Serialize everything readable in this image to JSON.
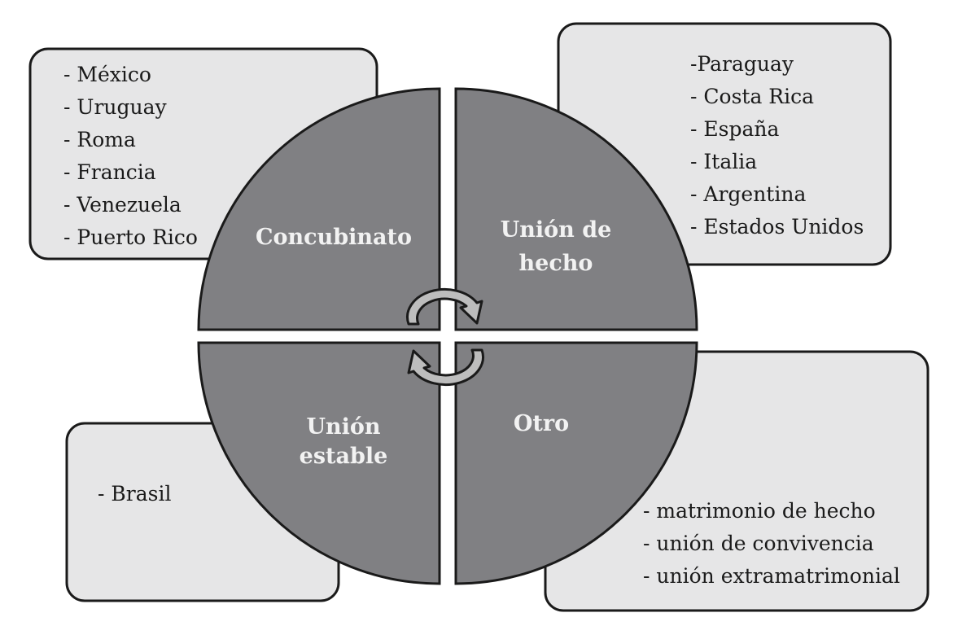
{
  "quadrants": {
    "concubinato": {
      "label": "Concubinato"
    },
    "union_hecho": {
      "line1": "Unión de",
      "line2": "hecho"
    },
    "union_estable": {
      "line1": "Unión",
      "line2": "estable"
    },
    "otro": {
      "label": "Otro"
    }
  },
  "boxes": {
    "concubinato": [
      "- México",
      "- Uruguay",
      "- Roma",
      "- Francia",
      "- Venezuela",
      "- Puerto Rico"
    ],
    "union_hecho": [
      "-Paraguay",
      "- Costa Rica",
      "- España",
      "- Italia",
      "- Argentina",
      "- Estados Unidos"
    ],
    "union_estable": [
      "- Brasil"
    ],
    "otro": [
      "- matrimonio de hecho",
      "- unión de convivencia",
      "- unión extramatrimonial"
    ]
  },
  "colors": {
    "quadrant_fill": "#808083",
    "box_fill": "#e6e6e7",
    "outline": "#1a1a1a",
    "arrow_fill": "#bdbdbd"
  }
}
